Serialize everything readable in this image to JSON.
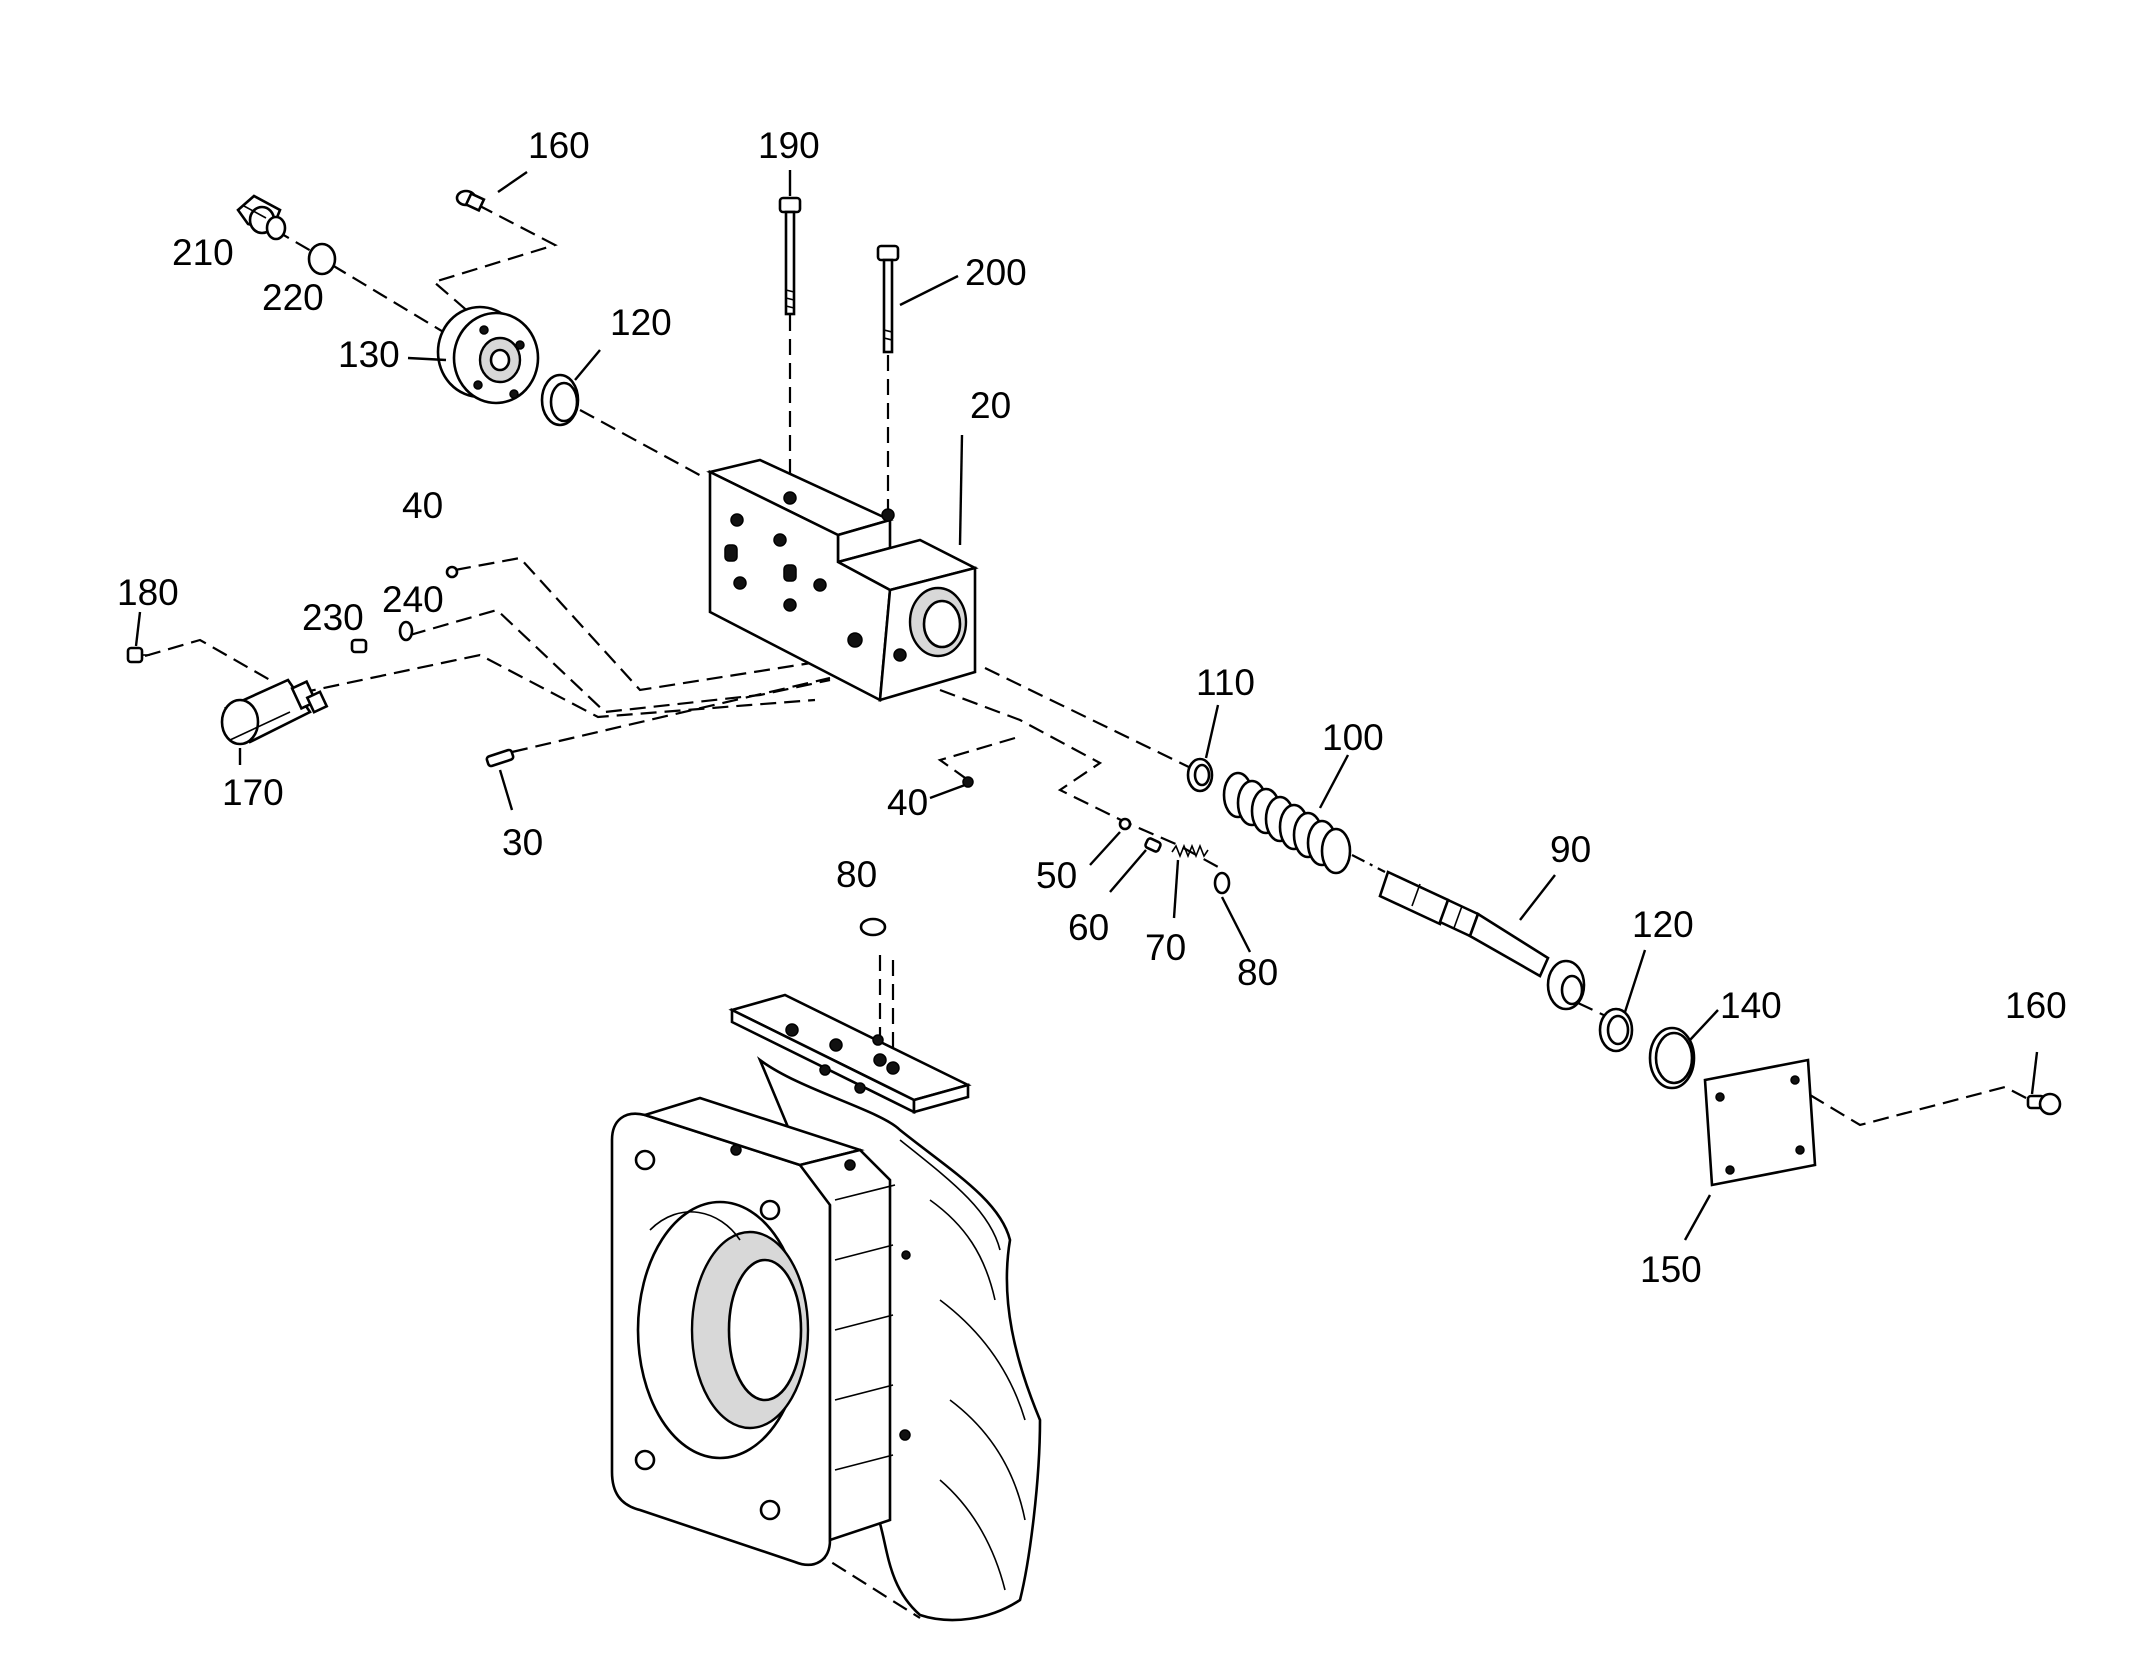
{
  "diagram": {
    "callouts": [
      {
        "id": "c160a",
        "text": "160"
      },
      {
        "id": "c190",
        "text": "190"
      },
      {
        "id": "c210",
        "text": "210"
      },
      {
        "id": "c220",
        "text": "220"
      },
      {
        "id": "c200",
        "text": "200"
      },
      {
        "id": "c120a",
        "text": "120"
      },
      {
        "id": "c130",
        "text": "130"
      },
      {
        "id": "c20",
        "text": "20"
      },
      {
        "id": "c40a",
        "text": "40"
      },
      {
        "id": "c180",
        "text": "180"
      },
      {
        "id": "c230",
        "text": "230"
      },
      {
        "id": "c240",
        "text": "240"
      },
      {
        "id": "c110",
        "text": "110"
      },
      {
        "id": "c100",
        "text": "100"
      },
      {
        "id": "c170",
        "text": "170"
      },
      {
        "id": "c40b",
        "text": "40"
      },
      {
        "id": "c30",
        "text": "30"
      },
      {
        "id": "c80a",
        "text": "80"
      },
      {
        "id": "c90",
        "text": "90"
      },
      {
        "id": "c50",
        "text": "50"
      },
      {
        "id": "c60",
        "text": "60"
      },
      {
        "id": "c70",
        "text": "70"
      },
      {
        "id": "c120b",
        "text": "120"
      },
      {
        "id": "c80b",
        "text": "80"
      },
      {
        "id": "c140",
        "text": "140"
      },
      {
        "id": "c160b",
        "text": "160"
      },
      {
        "id": "c150",
        "text": "150"
      }
    ]
  }
}
